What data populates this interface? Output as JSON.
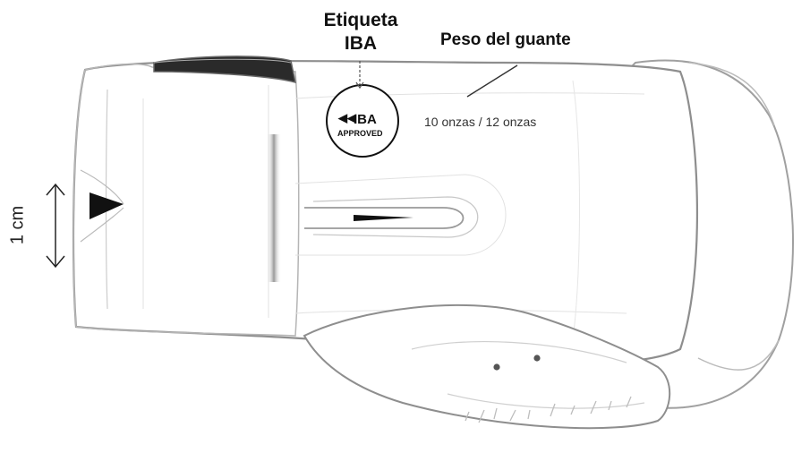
{
  "labels": {
    "iba_tag_line1": "Etiqueta",
    "iba_tag_line2": "IBA",
    "weight_title": "Peso del guante",
    "weight_value": "10 onzas / 12 onzas",
    "measure": "1 cm"
  },
  "badge": {
    "brand": "IBA",
    "text": "APPROVED"
  },
  "colors": {
    "outline": "#9a9a9a",
    "dark": "#111111",
    "shade": "#d8d8d8"
  }
}
